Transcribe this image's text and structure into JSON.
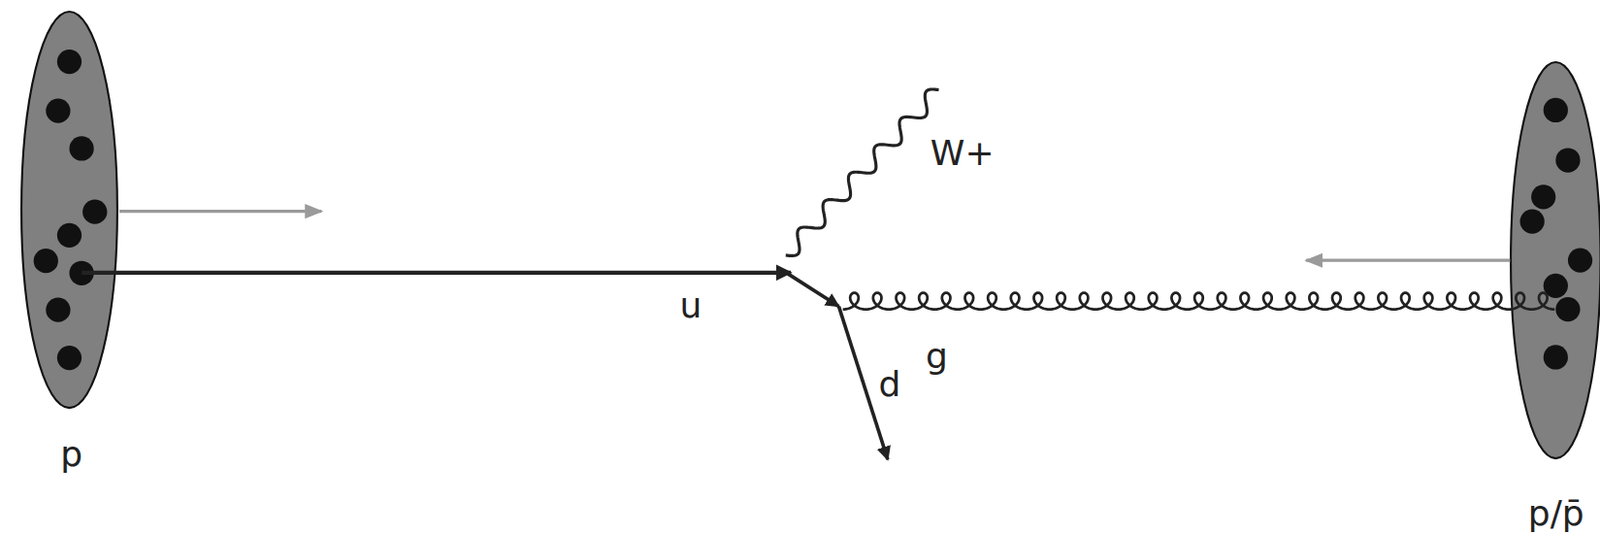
{
  "diagram": {
    "nodes": [
      {
        "text": [
          "p"
        ]
      },
      {
        "text": [
          "p/p̄"
        ]
      }
    ],
    "labels": [
      "W+",
      "u",
      "g",
      "d"
    ]
  }
}
